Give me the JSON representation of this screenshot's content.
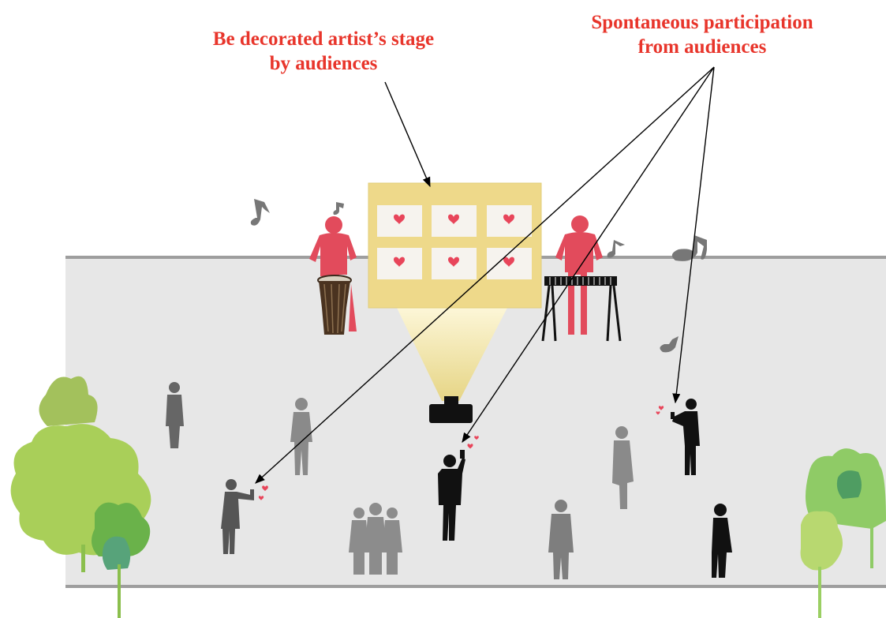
{
  "captions": {
    "stage": {
      "line1": "Be decorated artist’s stage",
      "line2": "by audiences"
    },
    "participation": {
      "line1": "Spontaneous participation",
      "line2": "from audiences"
    }
  },
  "colors": {
    "caption": "#e8352b",
    "floor": "#e7e7e7",
    "floor_edge": "#9e9e9e",
    "screen": "#eed98a",
    "heart": "#e8455a",
    "performer": "#e24b5c",
    "audience_dark": "#111111",
    "audience_gray": "#6e6e6e",
    "audience_light": "#8c8c8c",
    "tree_light": "#a9cf59",
    "tree_mid": "#7dbd4c",
    "tree_dark": "#4f9d62",
    "arrow": "#000000"
  },
  "icons": {
    "music_notes": "music-note-icon",
    "hearts": "heart-icon",
    "projector": "projector-icon",
    "smartphone": "smartphone-icon"
  },
  "scene": {
    "screen_heart_count": 6
  }
}
